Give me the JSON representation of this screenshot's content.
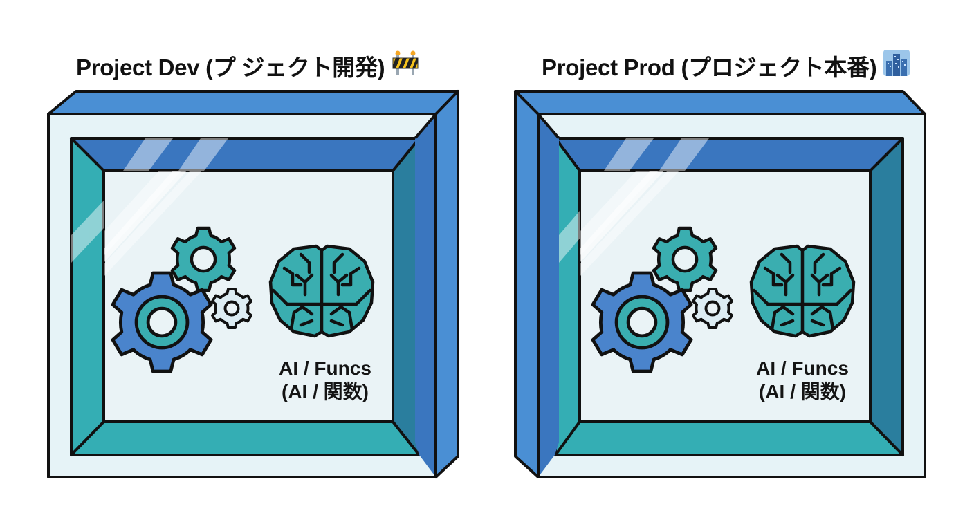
{
  "panels": [
    {
      "id": "dev",
      "title": "Project Dev (プ ジェクト開発)",
      "title_icon": "construction-barrier-icon",
      "box_label_line1": "AI / Funcs",
      "box_label_line2": "(AI / 関数)",
      "perspective": "right-side-depth"
    },
    {
      "id": "prod",
      "title": "Project Prod (プロジェクト本番)",
      "title_icon": "cityscape-icon",
      "box_label_line1": "AI / Funcs",
      "box_label_line2": "(AI / 関数)",
      "perspective": "left-side-depth"
    }
  ],
  "icons": [
    "gear-large-icon",
    "gear-medium-icon",
    "gear-small-icon",
    "brain-icon"
  ],
  "colors": {
    "frame_blue": "#4a8fd4",
    "frame_blue_dark": "#3a72b8",
    "frame_teal": "#34aeb4",
    "frame_teal_dark": "#2a7e9e",
    "face_light": "#e8f4f8",
    "glass": "#eaf3f6",
    "outline": "#111111",
    "gear_blue": "#4a84cc",
    "gear_teal": "#3aaeb0",
    "gear_light": "#dcecf3",
    "brain_teal": "#3aaeb0"
  }
}
